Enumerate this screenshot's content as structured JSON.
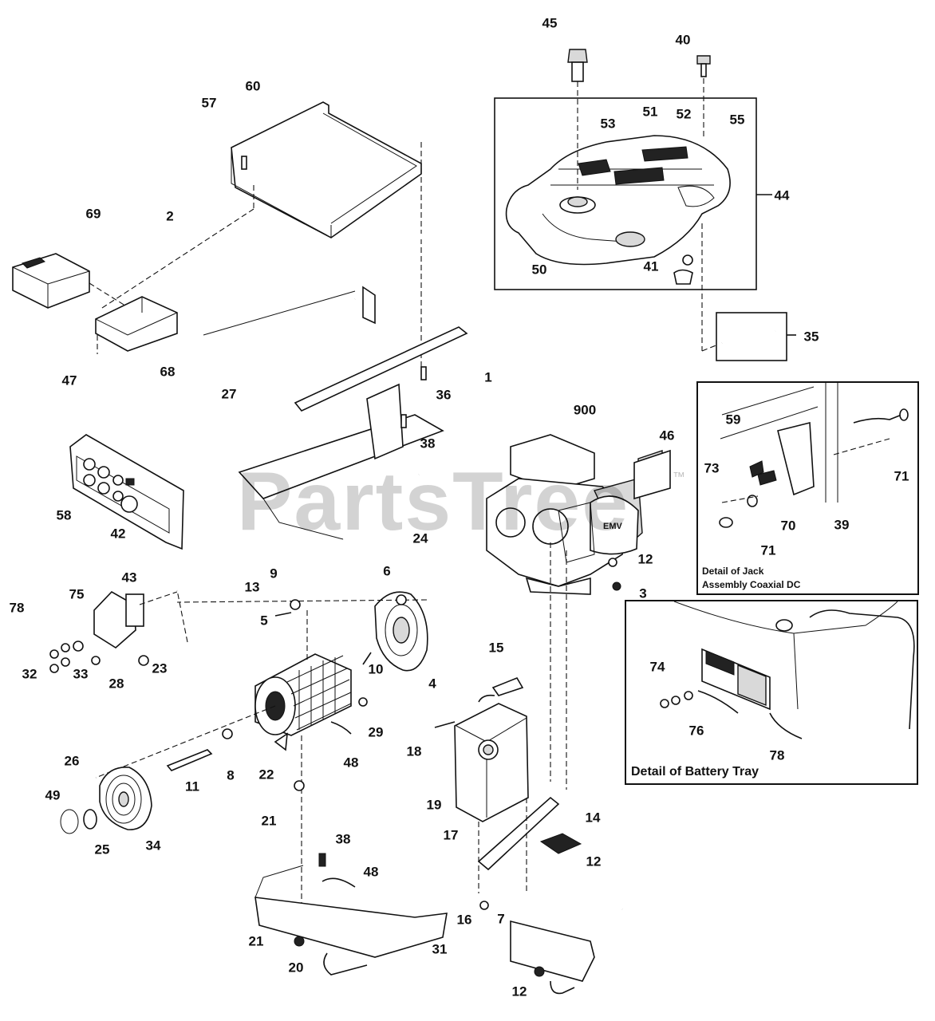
{
  "watermark": {
    "text": "PartsTree",
    "tm": "™"
  },
  "callouts": [
    {
      "id": "c45",
      "label": "45"
    },
    {
      "id": "c40",
      "label": "40"
    },
    {
      "id": "c60",
      "label": "60"
    },
    {
      "id": "c57",
      "label": "57"
    },
    {
      "id": "c53",
      "label": "53"
    },
    {
      "id": "c51",
      "label": "51"
    },
    {
      "id": "c52",
      "label": "52"
    },
    {
      "id": "c55",
      "label": "55"
    },
    {
      "id": "c44",
      "label": "44"
    },
    {
      "id": "c69",
      "label": "69"
    },
    {
      "id": "c2",
      "label": "2"
    },
    {
      "id": "c50",
      "label": "50"
    },
    {
      "id": "c41",
      "label": "41"
    },
    {
      "id": "c35",
      "label": "35"
    },
    {
      "id": "c47",
      "label": "47"
    },
    {
      "id": "c68",
      "label": "68"
    },
    {
      "id": "c27",
      "label": "27"
    },
    {
      "id": "c36",
      "label": "36"
    },
    {
      "id": "c1",
      "label": "1"
    },
    {
      "id": "c900",
      "label": "900"
    },
    {
      "id": "c38a",
      "label": "38"
    },
    {
      "id": "c46",
      "label": "46"
    },
    {
      "id": "c58",
      "label": "58"
    },
    {
      "id": "c42",
      "label": "42"
    },
    {
      "id": "c24",
      "label": "24"
    },
    {
      "id": "c12a",
      "label": "12"
    },
    {
      "id": "c3",
      "label": "3"
    },
    {
      "id": "c9",
      "label": "9"
    },
    {
      "id": "c6",
      "label": "6"
    },
    {
      "id": "c13",
      "label": "13"
    },
    {
      "id": "c43",
      "label": "43"
    },
    {
      "id": "c78a",
      "label": "78"
    },
    {
      "id": "c75",
      "label": "75"
    },
    {
      "id": "c5",
      "label": "5"
    },
    {
      "id": "c10",
      "label": "10"
    },
    {
      "id": "c4",
      "label": "4"
    },
    {
      "id": "c15",
      "label": "15"
    },
    {
      "id": "c32",
      "label": "32"
    },
    {
      "id": "c33",
      "label": "33"
    },
    {
      "id": "c28",
      "label": "28"
    },
    {
      "id": "c23",
      "label": "23"
    },
    {
      "id": "c29",
      "label": "29"
    },
    {
      "id": "c18",
      "label": "18"
    },
    {
      "id": "c26",
      "label": "26"
    },
    {
      "id": "c48a",
      "label": "48"
    },
    {
      "id": "c22",
      "label": "22"
    },
    {
      "id": "c8",
      "label": "8"
    },
    {
      "id": "c11",
      "label": "11"
    },
    {
      "id": "c19",
      "label": "19"
    },
    {
      "id": "c49",
      "label": "49"
    },
    {
      "id": "c34",
      "label": "34"
    },
    {
      "id": "c25",
      "label": "25"
    },
    {
      "id": "c21a",
      "label": "21"
    },
    {
      "id": "c17",
      "label": "17"
    },
    {
      "id": "c14",
      "label": "14"
    },
    {
      "id": "c38b",
      "label": "38"
    },
    {
      "id": "c12b",
      "label": "12"
    },
    {
      "id": "c48b",
      "label": "48"
    },
    {
      "id": "c16",
      "label": "16"
    },
    {
      "id": "c7",
      "label": "7"
    },
    {
      "id": "c21b",
      "label": "21"
    },
    {
      "id": "c31",
      "label": "31"
    },
    {
      "id": "c20",
      "label": "20"
    },
    {
      "id": "c12c",
      "label": "12"
    }
  ],
  "jack_detail": {
    "caption_line1": "Detail of Jack",
    "caption_line2": "Assembly Coaxial DC",
    "callouts": [
      {
        "id": "j59",
        "label": "59"
      },
      {
        "id": "j73",
        "label": "73"
      },
      {
        "id": "j71a",
        "label": "71"
      },
      {
        "id": "j70",
        "label": "70"
      },
      {
        "id": "j71b",
        "label": "71"
      },
      {
        "id": "j39",
        "label": "39"
      }
    ]
  },
  "battery_detail": {
    "caption": "Detail of Battery Tray",
    "callouts": [
      {
        "id": "b74",
        "label": "74"
      },
      {
        "id": "b76",
        "label": "76"
      },
      {
        "id": "b78",
        "label": "78"
      }
    ]
  },
  "engine_brand": "EMV"
}
